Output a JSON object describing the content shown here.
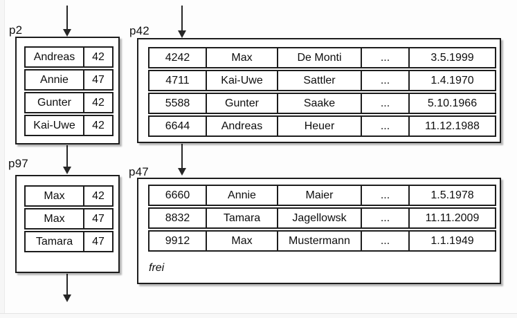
{
  "colors": {
    "ink": "#1c1c1c",
    "background": "#fdfdfd"
  },
  "nodes": {
    "p2": {
      "label": "p2",
      "rows": [
        [
          "Andreas",
          "42"
        ],
        [
          "Annie",
          "47"
        ],
        [
          "Gunter",
          "42"
        ],
        [
          "Kai-Uwe",
          "42"
        ]
      ]
    },
    "p42": {
      "label": "p42",
      "rows": [
        [
          "4242",
          "Max",
          "De Monti",
          "...",
          "3.5.1999"
        ],
        [
          "4711",
          "Kai-Uwe",
          "Sattler",
          "...",
          "1.4.1970"
        ],
        [
          "5588",
          "Gunter",
          "Saake",
          "...",
          "5.10.1966"
        ],
        [
          "6644",
          "Andreas",
          "Heuer",
          "...",
          "11.12.1988"
        ]
      ]
    },
    "p97": {
      "label": "p97",
      "rows": [
        [
          "Max",
          "42"
        ],
        [
          "Max",
          "47"
        ],
        [
          "Tamara",
          "47"
        ]
      ]
    },
    "p47": {
      "label": "p47",
      "rows": [
        [
          "6660",
          "Annie",
          "Maier",
          "...",
          "1.5.1978"
        ],
        [
          "8832",
          "Tamara",
          "Jagellowsk",
          "...",
          "11.11.2009"
        ],
        [
          "9912",
          "Max",
          "Mustermann",
          "...",
          "1.1.1949"
        ]
      ],
      "free_label": "frei"
    }
  }
}
